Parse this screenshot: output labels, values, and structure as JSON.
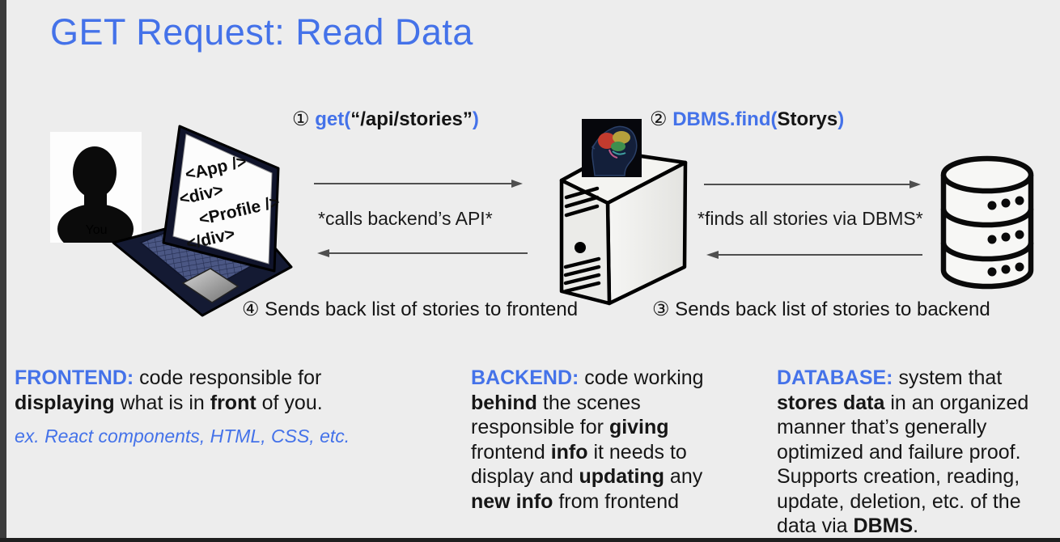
{
  "slide": {
    "title": "GET Request: Read Data",
    "colors": {
      "accent": "#4472e9",
      "background": "#ededed",
      "arrow": "#4f4f4f",
      "text": "#161616",
      "edge_bar": "#3b3b3b"
    }
  },
  "labels": {
    "step1": [
      {
        "t": "① "
      },
      {
        "t": "get(",
        "b": 1,
        "c": "accent"
      },
      {
        "t": "“/api/stories”",
        "b": 1
      },
      {
        "t": ")",
        "b": 1,
        "c": "accent"
      }
    ],
    "step2": [
      {
        "t": "② "
      },
      {
        "t": "DBMS.find(",
        "b": 1,
        "c": "accent"
      },
      {
        "t": "Storys",
        "b": 1
      },
      {
        "t": ")",
        "b": 1,
        "c": "accent"
      }
    ],
    "call_note": "*calls backend’s API*",
    "find_note": "*finds all stories via DBMS*",
    "step4": "④ Sends back list of stories to frontend",
    "step3": "③ Sends back list of stories to backend"
  },
  "actors": {
    "user_label": "You",
    "laptop_code": [
      "<App />",
      "<div>",
      "<Profile />",
      "</div>"
    ],
    "icon_names": [
      "user-silhouette-icon",
      "laptop-code-icon",
      "server-tower-icon",
      "brain-icon",
      "database-cylinder-icon"
    ]
  },
  "definitions": {
    "frontend": {
      "body": [
        {
          "t": "FRONTEND:",
          "b": 1,
          "c": "accent"
        },
        {
          "t": " code responsible for "
        },
        {
          "t": "displaying",
          "b": 1
        },
        {
          "t": " what is in "
        },
        {
          "t": "front",
          "b": 1
        },
        {
          "t": " of you."
        }
      ],
      "example": "ex. React components, HTML, CSS, etc."
    },
    "backend": {
      "body": [
        {
          "t": "BACKEND:",
          "b": 1,
          "c": "accent"
        },
        {
          "t": " code working "
        },
        {
          "t": "behind",
          "b": 1
        },
        {
          "t": " the scenes responsible for "
        },
        {
          "t": "giving",
          "b": 1
        },
        {
          "t": " frontend "
        },
        {
          "t": "info",
          "b": 1
        },
        {
          "t": " it needs to display and "
        },
        {
          "t": "updating",
          "b": 1
        },
        {
          "t": " any "
        },
        {
          "t": "new info",
          "b": 1
        },
        {
          "t": " from frontend"
        }
      ]
    },
    "database": {
      "body": [
        {
          "t": "DATABASE:",
          "b": 1,
          "c": "accent"
        },
        {
          "t": " system that "
        },
        {
          "t": "stores data",
          "b": 1
        },
        {
          "t": " in an organized manner that’s generally optimized and failure proof. Supports creation, reading, update, deletion, etc. of the data via "
        },
        {
          "t": "DBMS",
          "b": 1
        },
        {
          "t": "."
        }
      ]
    }
  }
}
